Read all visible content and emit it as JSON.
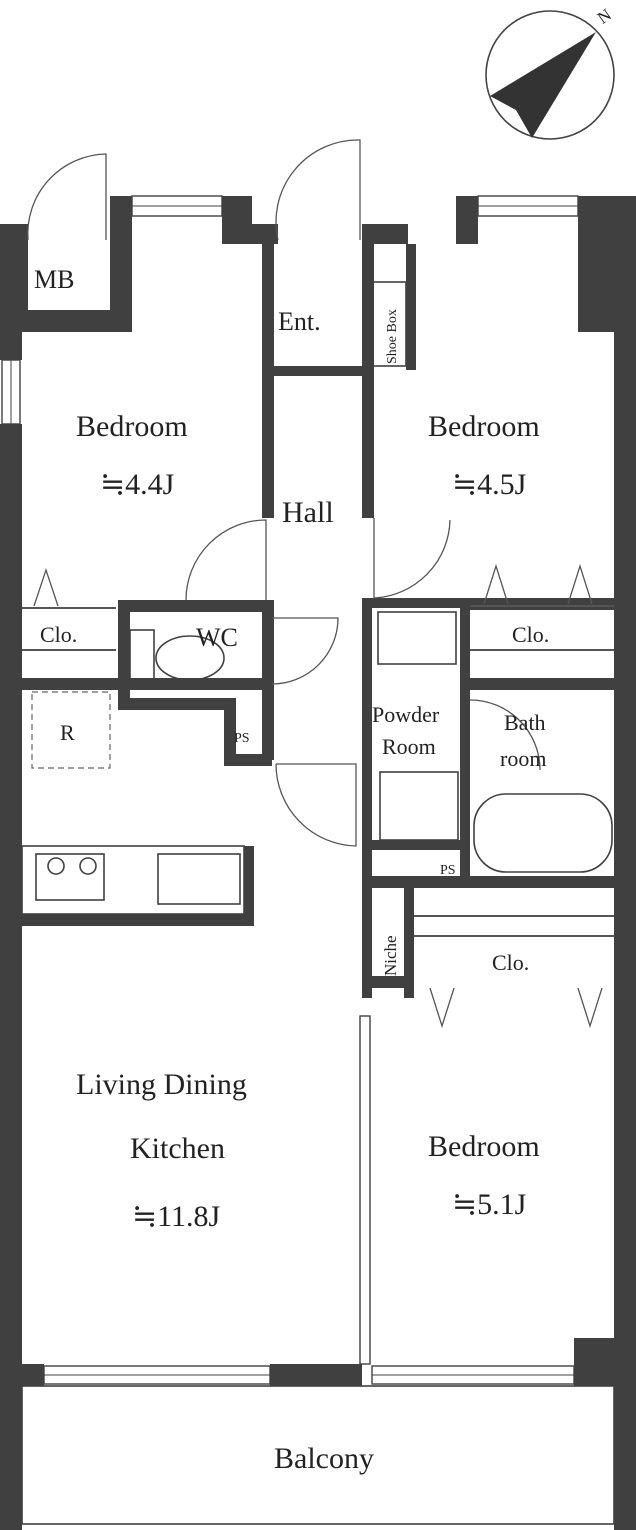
{
  "compass": {
    "label": "N"
  },
  "rooms": {
    "mb": "MB",
    "entrance": "Ent.",
    "shoe_box": "Shoe Box",
    "bedroom_nw": {
      "name": "Bedroom",
      "size": "≒4.4J"
    },
    "bedroom_ne": {
      "name": "Bedroom",
      "size": "≒4.5J"
    },
    "hall": "Hall",
    "closet_w": "Clo.",
    "wc": "WC",
    "closet_e": "Clo.",
    "refrigerator": "R",
    "ps_left": "PS",
    "powder_room": {
      "line1": "Powder",
      "line2": "Room"
    },
    "bathroom": {
      "line1": "Bath",
      "line2": "room"
    },
    "ps_right": "PS",
    "niche": "Niche",
    "closet_s": "Clo.",
    "ldk": {
      "line1": "Living Dining",
      "line2": "Kitchen",
      "size": "≒11.8J"
    },
    "bedroom_se": {
      "name": "Bedroom",
      "size": "≒5.1J"
    },
    "balcony": "Balcony"
  }
}
